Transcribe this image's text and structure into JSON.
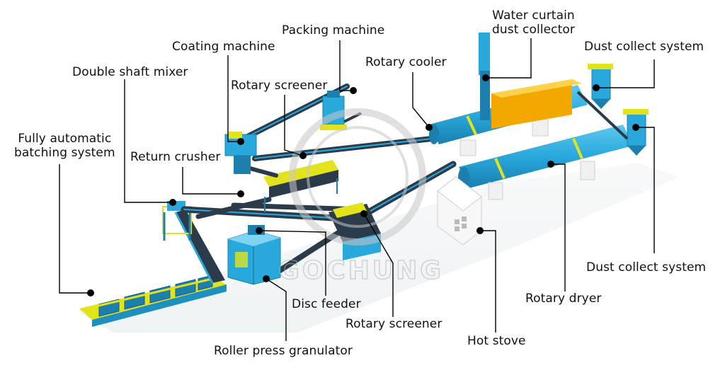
{
  "colors": {
    "machine_blue": "#29a8dc",
    "machine_blue_dark": "#1c7fae",
    "conveyor_dark": "#2b3b4a",
    "accent_yellow": "#e8e020",
    "leader_line": "#000000",
    "watermark": "#c8c8c8"
  },
  "watermark": {
    "text": "GOCHUNG"
  },
  "labels": {
    "water_curtain_line1": "Water curtain",
    "water_curtain_line2": "dust collector",
    "packing_machine": "Packing machine",
    "coating_machine": "Coating machine",
    "dust_collect_system_top": "Dust collect system",
    "rotary_cooler": "Rotary cooler",
    "double_shaft_mixer": "Double shaft mixer",
    "rotary_screener_top": "Rotary screener",
    "fully_automatic_line1": "Fully automatic",
    "fully_automatic_line2": "batching system",
    "return_crusher": "Return crusher",
    "dust_collect_system_bottom": "Dust collect system",
    "rotary_dryer": "Rotary dryer",
    "disc_feeder": "Disc feeder",
    "rotary_screener_bottom": "Rotary screener",
    "hot_stove": "Hot stove",
    "roller_press_granulator": "Roller press granulator"
  }
}
